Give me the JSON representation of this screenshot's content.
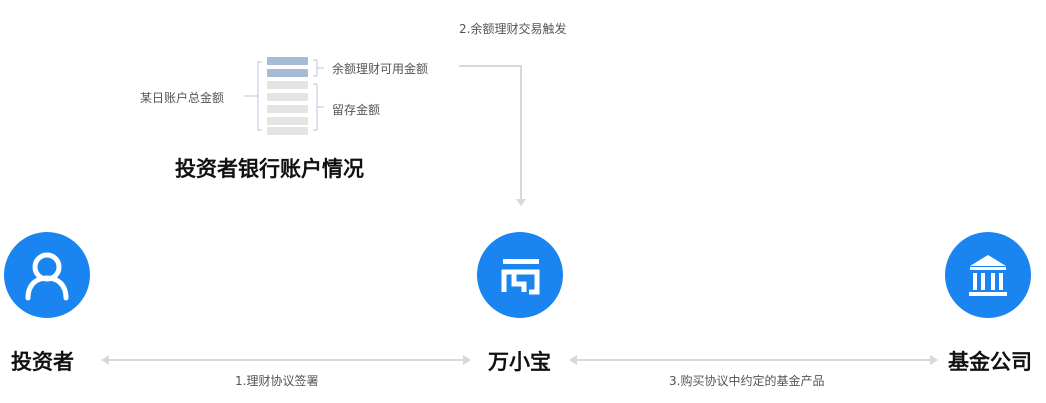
{
  "account": {
    "title": "投资者银行账户情况",
    "total_label": "某日账户总金额",
    "available_label": "余额理财可用金额",
    "reserve_label": "留存金额",
    "available_color": "#a6bbd6",
    "reserve_color": "#e4e4e4"
  },
  "nodes": {
    "investor": "投资者",
    "wanxiaobao": "万小宝",
    "fund_company": "基金公司",
    "accent_color": "#1a84f0"
  },
  "steps": {
    "step1": "1.理财协议签署",
    "step2": "2.余额理财交易触发",
    "step3": "3.购买协议中约定的基金产品"
  }
}
